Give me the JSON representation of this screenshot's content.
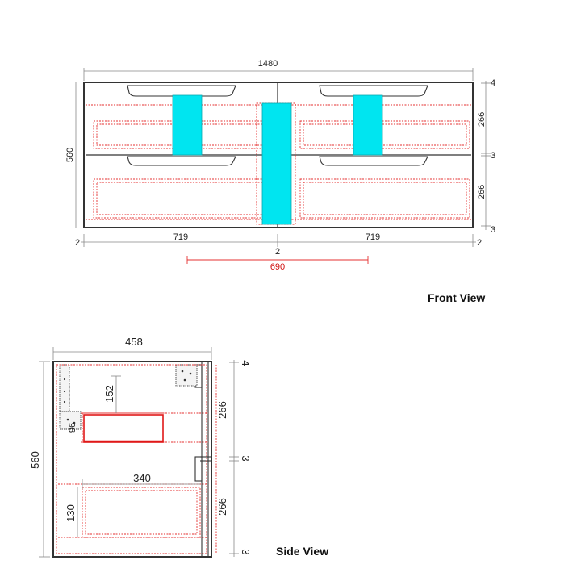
{
  "front_view": {
    "title": "Front View",
    "overall_width": "1480",
    "overall_height": "560",
    "drawer_width_left": "719",
    "drawer_width_right": "719",
    "center_gap": "2",
    "side_gap_left": "2",
    "side_gap_right": "2",
    "top_gap": "4",
    "drawer_height_top": "266",
    "middle_gap": "3",
    "drawer_height_bottom": "266",
    "bottom_gap": "3",
    "internal_width": "690"
  },
  "side_view": {
    "title": "Side View",
    "depth": "458",
    "height": "560",
    "top_drawer_offset": "152",
    "pipe_dim": "96",
    "bottom_drawer_depth": "340",
    "bottom_drawer_height": "130",
    "top_gap": "4",
    "drawer_height_top": "266",
    "middle_gap": "3",
    "drawer_height_bottom": "266",
    "bottom_gap": "3"
  },
  "colors": {
    "outline": "#333333",
    "dashed": "#e53030",
    "cutout": "#00e5f0",
    "dimension": "#222222"
  }
}
